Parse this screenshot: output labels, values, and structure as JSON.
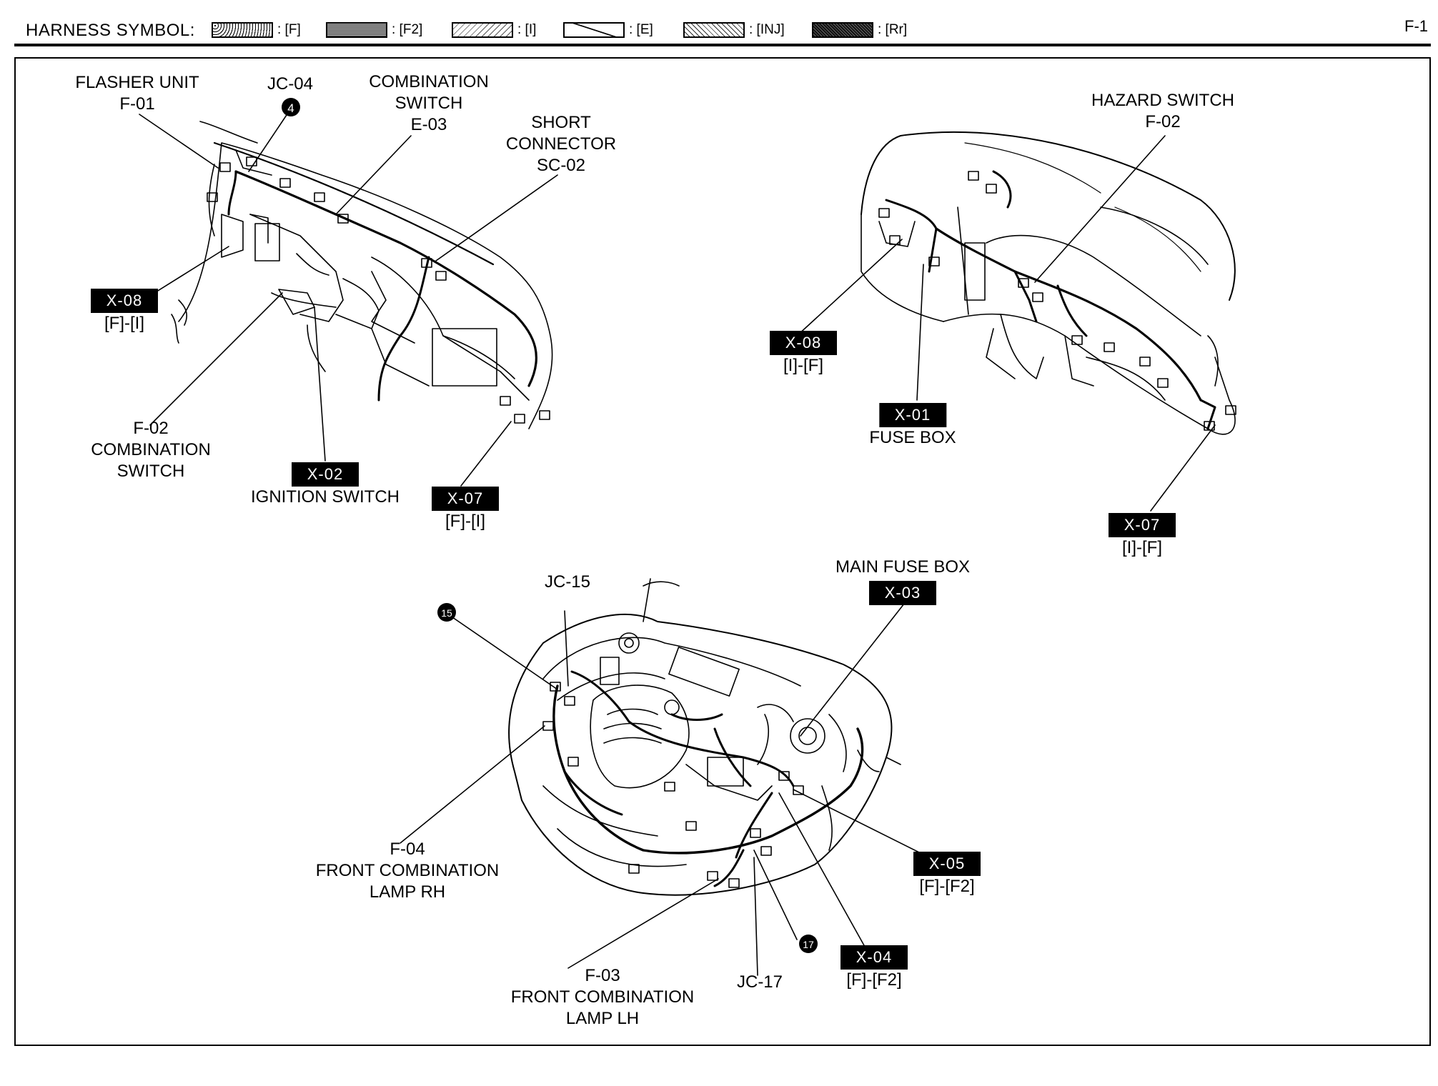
{
  "header": {
    "title": "HARNESS SYMBOL:",
    "page": "F-1",
    "legend": [
      {
        "code": ": [F]"
      },
      {
        "code": ": [F2]"
      },
      {
        "code": ": [I]"
      },
      {
        "code": ": [E]"
      },
      {
        "code": ": [INJ]"
      },
      {
        "code": ": [Rr]"
      }
    ]
  },
  "dash_left": {
    "flasher_unit": [
      "FLASHER UNIT",
      "F-01"
    ],
    "jc04": "JC-04",
    "jc04_num": "4",
    "comb_switch_e03": [
      "COMBINATION",
      "SWITCH",
      "E-03"
    ],
    "short_connector": [
      "SHORT",
      "CONNECTOR",
      "SC-02"
    ],
    "x08": {
      "code": "X-08",
      "sub": "[F]-[I]"
    },
    "f02_comb": [
      "F-02",
      "COMBINATION",
      "SWITCH"
    ],
    "x02": {
      "code": "X-02",
      "sub": "IGNITION SWITCH"
    },
    "x07": {
      "code": "X-07",
      "sub": "[F]-[I]"
    }
  },
  "dash_right": {
    "hazard_switch": [
      "HAZARD SWITCH",
      "F-02"
    ],
    "x08": {
      "code": "X-08",
      "sub": "[I]-[F]"
    },
    "x01": {
      "code": "X-01",
      "sub": "FUSE BOX"
    },
    "x07": {
      "code": "X-07",
      "sub": "[I]-[F]"
    }
  },
  "engine": {
    "jc15": "JC-15",
    "jc15_num": "15",
    "main_fuse_box": "MAIN FUSE BOX",
    "x03": {
      "code": "X-03"
    },
    "f04": [
      "F-04",
      "FRONT COMBINATION",
      "LAMP RH"
    ],
    "x05": {
      "code": "X-05",
      "sub": "[F]-[F2]"
    },
    "jc17_num": "17",
    "x04": {
      "code": "X-04",
      "sub": "[F]-[F2]"
    },
    "f03": [
      "F-03",
      "FRONT COMBINATION",
      "LAMP LH"
    ],
    "jc17": "JC-17"
  }
}
